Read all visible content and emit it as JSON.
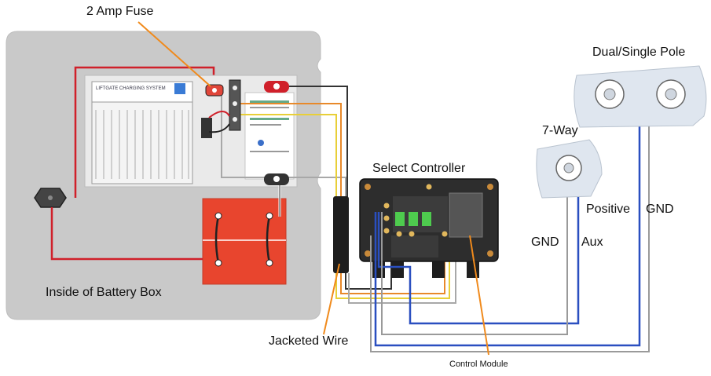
{
  "labels": {
    "fuse": "2 Amp Fuse",
    "dual_single_pole": "Dual/Single Pole",
    "seven_way": "7-Way",
    "select_controller": "Select Controller",
    "positive": "Positive",
    "gnd_right": "GND",
    "gnd_left": "GND",
    "aux": "Aux",
    "battery_box": "Inside of Battery Box",
    "jacketed_wire": "Jacketed Wire",
    "control_module": "Control Module"
  },
  "charger_plate": {
    "title": "LIFTGATE CHARGING SYSTEM"
  },
  "colors": {
    "box": "#c8c8c8",
    "battery": "#e8452e",
    "red_wire": "#d0202a",
    "blue_wire": "#2a4fc0",
    "yellow_wire": "#e8cf38",
    "orange_wire": "#e8892a",
    "black_wire": "#222222",
    "gray_wire": "#b0b0b0",
    "callout": "#f08a1c"
  },
  "icons": [
    "fuse-icon",
    "bolt-icon",
    "plug-icon",
    "controller-icon",
    "battery-icon",
    "connector-icon"
  ]
}
